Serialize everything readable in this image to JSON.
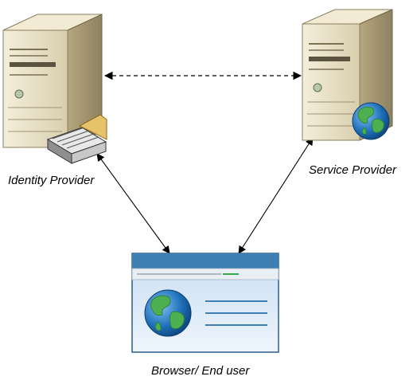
{
  "nodes": {
    "identity_provider": {
      "label": "Identity Provider",
      "icon": "server-with-book-icon"
    },
    "service_provider": {
      "label": "Service Provider",
      "icon": "server-with-globe-icon"
    },
    "browser": {
      "label": "Browser/ End user",
      "icon": "browser-window-with-globe-icon"
    }
  },
  "edges": [
    {
      "from": "identity_provider",
      "to": "service_provider",
      "style": "dashed",
      "arrows": "both"
    },
    {
      "from": "identity_provider",
      "to": "browser",
      "style": "solid",
      "arrows": "both"
    },
    {
      "from": "service_provider",
      "to": "browser",
      "style": "solid",
      "arrows": "both"
    }
  ],
  "colors": {
    "server_body": "#e8e0c8",
    "server_side": "#a89a72",
    "browser_titlebar": "#3f7fb1",
    "browser_content": "#d6e8f7",
    "globe_ocean": "#1d6fb8",
    "globe_land": "#4caf50",
    "line": "#000000"
  }
}
